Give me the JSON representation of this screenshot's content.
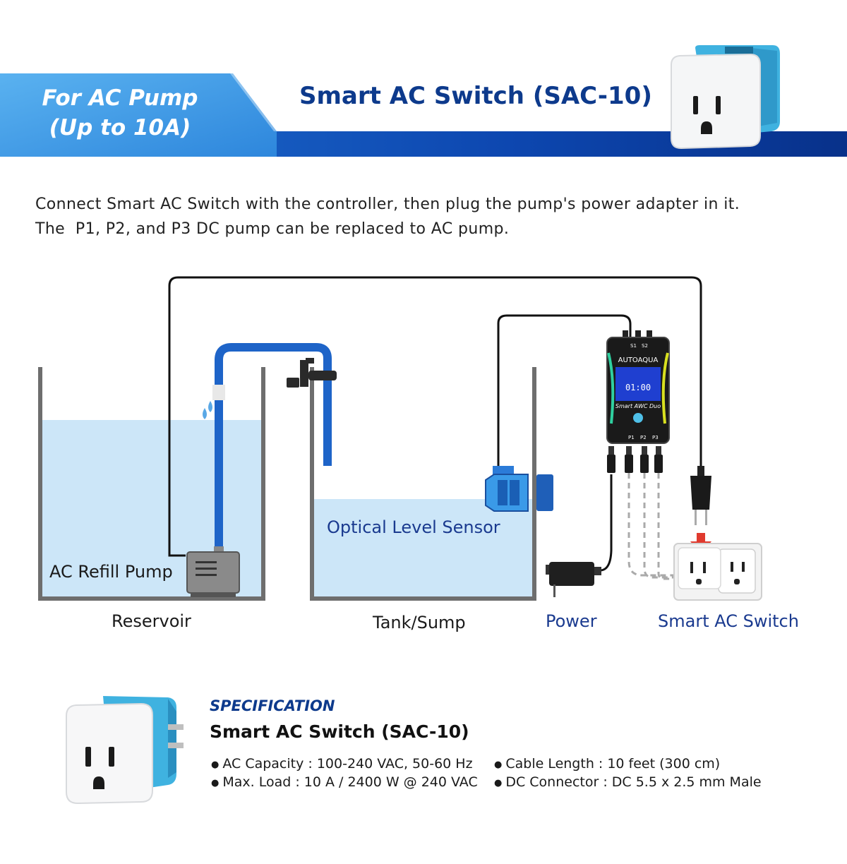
{
  "header": {
    "badge_line1": "For AC Pump",
    "badge_line2": "(Up to 10A)",
    "title": "Smart AC Switch (SAC-10)"
  },
  "intro": {
    "line1": "Connect Smart AC Switch with the controller, then plug the pump's power adapter in it.",
    "line2": "The  P1, P2, and P3 DC pump can be replaced to AC pump."
  },
  "diagram": {
    "labels": {
      "refill_pump": "AC Refill Pump",
      "reservoir": "Reservoir",
      "optical_sensor": "Optical Level Sensor",
      "tank_sump": "Tank/Sump",
      "power": "Power",
      "smart_switch": "Smart AC Switch"
    },
    "controller": {
      "brand": "AUTOAQUA",
      "model": "Smart AWC Duo",
      "display": "01:00",
      "sensor_ports": [
        "S1",
        "S2"
      ],
      "pump_ports": [
        "P1",
        "P2",
        "P3"
      ]
    }
  },
  "spec": {
    "kicker": "SPECIFICATION",
    "title": "Smart AC Switch (SAC-10)",
    "items": [
      "AC Capacity : 100-240 VAC, 50-60 Hz",
      "Max. Load : 10 A / 2400 W @ 240 VAC",
      "Cable Length : 10 feet (300 cm)",
      "DC Connector : DC 5.5 x 2.5 mm Male"
    ]
  },
  "colors": {
    "brand_blue": "#0d3a8c",
    "water": "#cce6f8",
    "tube": "#1e64c8",
    "device_teal": "#3fb2e0"
  }
}
